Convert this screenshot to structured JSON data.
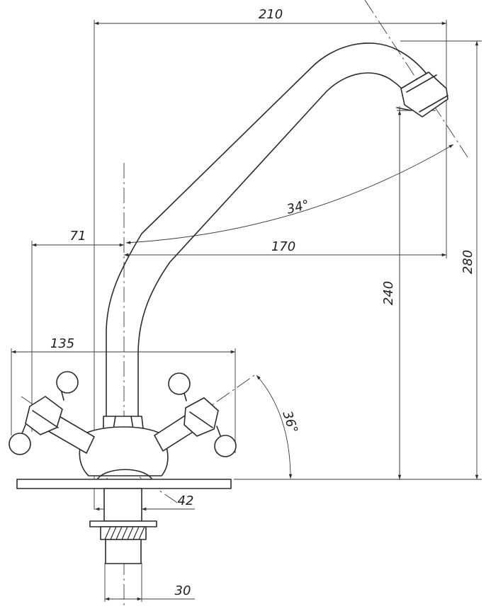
{
  "dimensions": {
    "overall_width": "210",
    "overall_height": "280",
    "spout_height": "240",
    "spout_reach": "170",
    "handle_offset": "71",
    "handle_span": "135",
    "spout_angle": "34°",
    "handle_angle": "36°",
    "body_diameter": "42",
    "thread_diameter": "30"
  }
}
